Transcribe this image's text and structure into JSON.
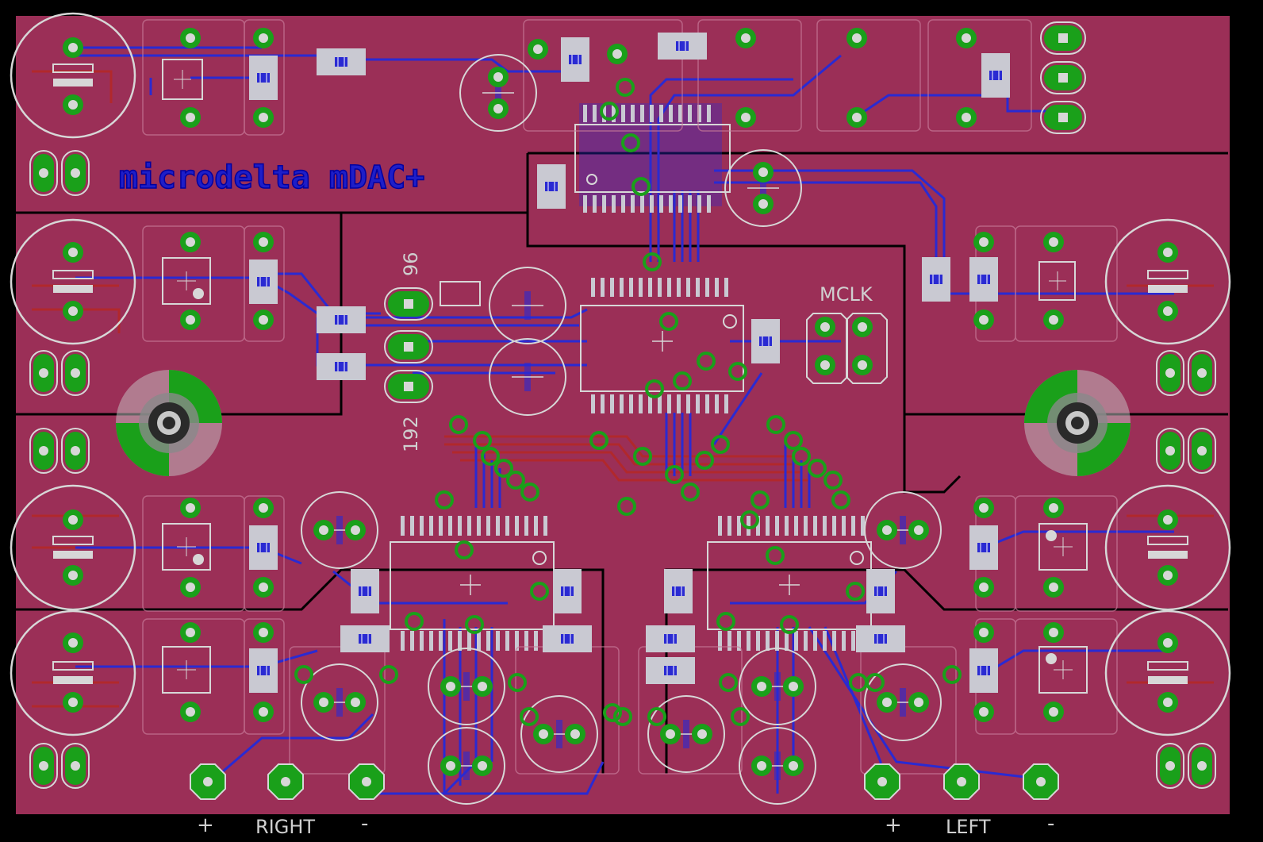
{
  "board": {
    "title": "microdelta mDAC+",
    "label_mclk": "MCLK",
    "label_96": "96",
    "label_192": "192",
    "label_right": "RIGHT",
    "label_left": "LEFT",
    "plus": "+",
    "minus": "-"
  },
  "colors": {
    "board": "#9b2f57",
    "edge": "#000000",
    "top_trace": "#2a2ad2",
    "bottom_trace": "#b42828",
    "pad": "#1aa01a",
    "silk": "#d7d7d7",
    "smd": "#c9c9d2"
  }
}
